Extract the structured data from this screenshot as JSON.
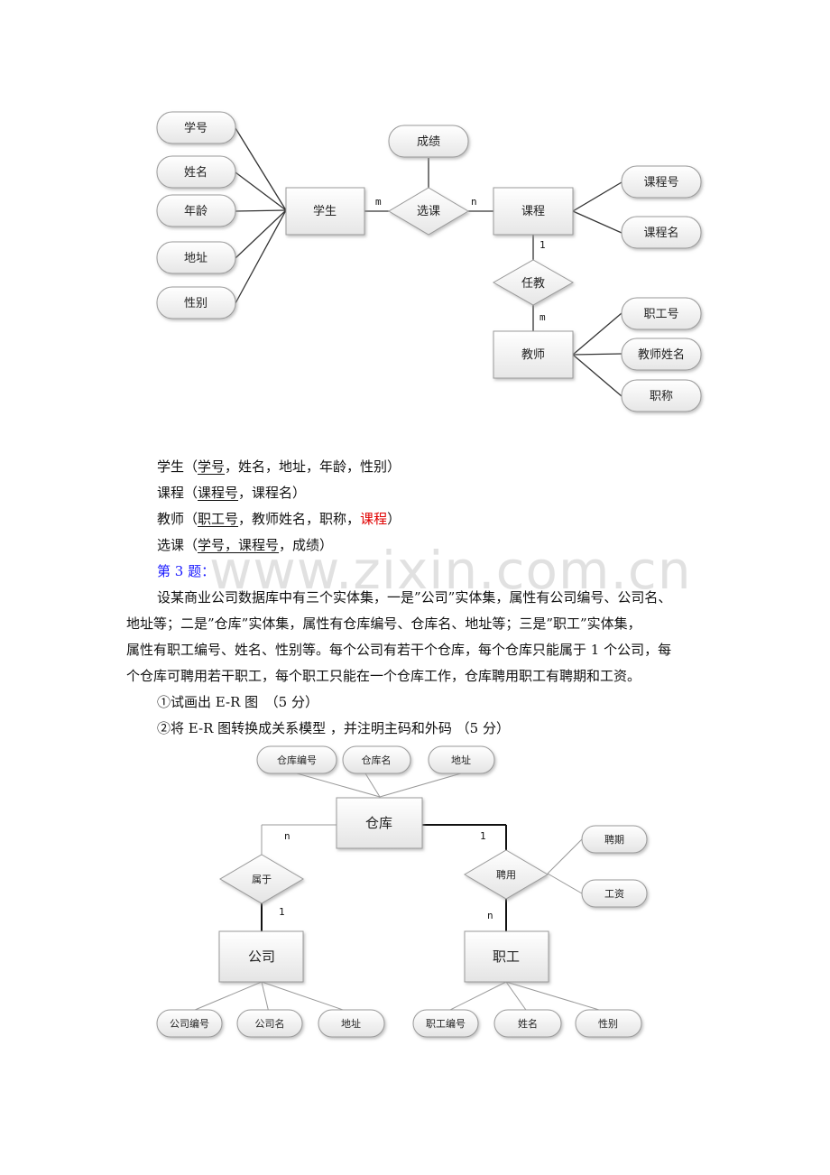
{
  "er1": {
    "student_attrs": [
      "学号",
      "姓名",
      "年龄",
      "地址",
      "性别"
    ],
    "student": "学生",
    "select_rel": "选课",
    "grade": "成绩",
    "course": "课程",
    "course_attrs": [
      "课程号",
      "课程名"
    ],
    "teach_rel": "任教",
    "teacher": "教师",
    "teacher_attrs": [
      "职工号",
      "教师姓名",
      "职称"
    ],
    "card_m1": "m",
    "card_n1": "n",
    "card_1": "1",
    "card_m2": "m"
  },
  "relations": {
    "student_name": "学生",
    "student_pk": "学号",
    "student_rest": "，姓名，地址，年龄，性别）",
    "course_name": "课程",
    "course_pk": "课程号",
    "course_rest": "，课程名）",
    "teacher_name": "教师",
    "teacher_pk": "职工号",
    "teacher_mid": "，教师姓名，职称，",
    "teacher_fk": "课程",
    "select_name": "选课",
    "select_pk": "学号，课程号",
    "select_rest": "，成绩）"
  },
  "question": {
    "title": "第 3 题：",
    "lines": [
      "设某商业公司数据库中有三个实体集，一是”公司”实体集，属性有公司编号、公司名、",
      "地址等；二是”仓库”实体集，属性有仓库编号、仓库名、地址等；三是”职工”实体集，",
      "属性有职工编号、姓名、性别等。每个公司有若干个仓库，每个仓库只能属于 1 个公司，每",
      "个仓库可聘用若干职工，每个职工只能在一个仓库工作，仓库聘用职工有聘期和工资。"
    ],
    "task1": "①试画出 E-R 图　（5 分）",
    "task2": "②将 E-R 图转换成关系模型 ，并注明主码和外码 （5 分）"
  },
  "er2": {
    "warehouse_attrs": [
      "仓库编号",
      "仓库名",
      "地址"
    ],
    "warehouse": "仓库",
    "belong_rel": "属于",
    "hire_rel": "聘用",
    "hire_attrs": [
      "聘期",
      "工资"
    ],
    "company": "公司",
    "staff": "职工",
    "company_attrs": [
      "公司编号",
      "公司名",
      "地址"
    ],
    "staff_attrs": [
      "职工编号",
      "姓名",
      "性别"
    ],
    "card_n_left": "n",
    "card_1_right": "1",
    "card_1_left": "1",
    "card_n_right": "n"
  },
  "watermark": "www.zixin.com.cn"
}
